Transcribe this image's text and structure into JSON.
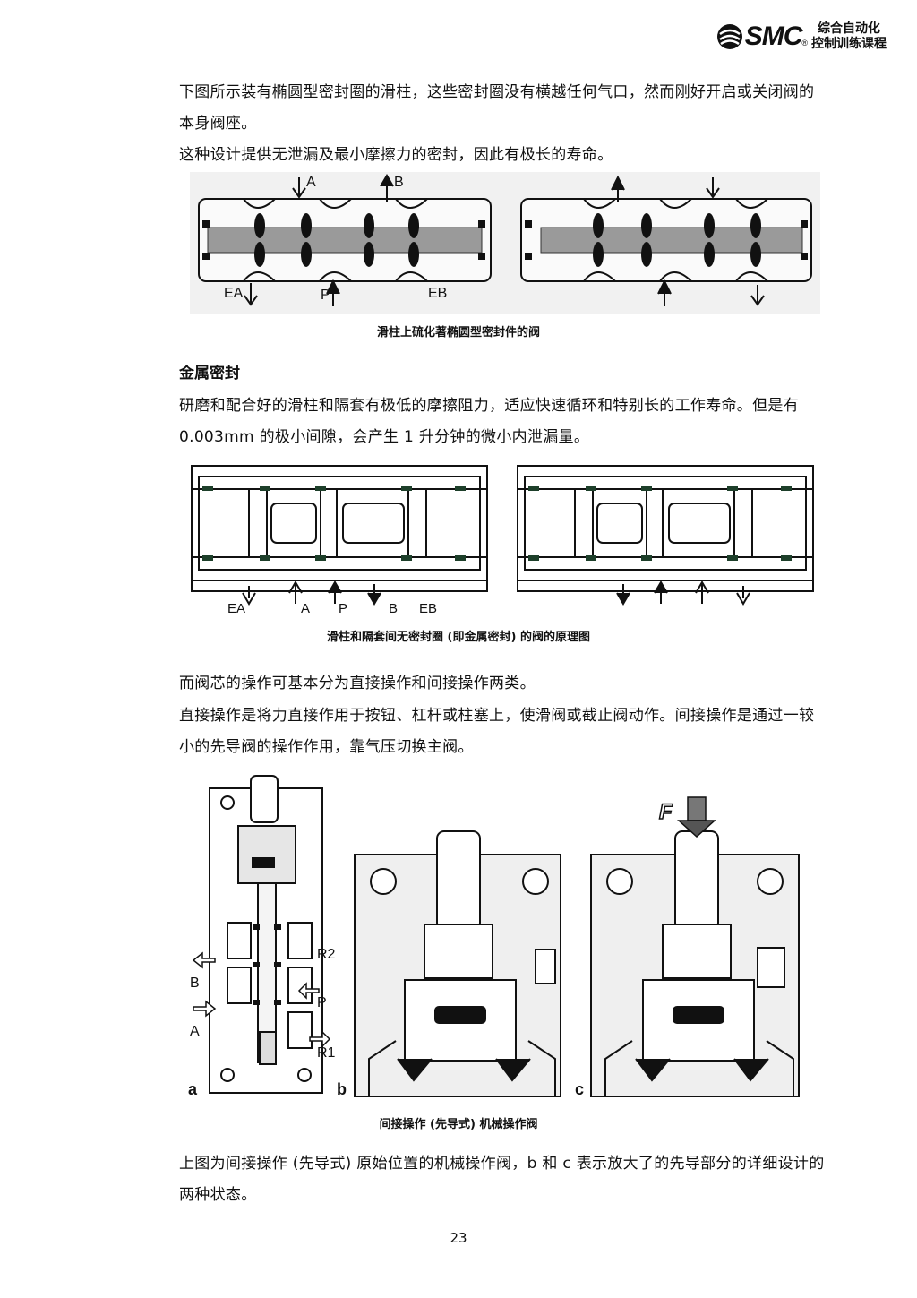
{
  "header": {
    "brand": "SMC",
    "registered": "®",
    "subtitle_line1": "综合自动化",
    "subtitle_line2": "控制训练课程"
  },
  "section1": {
    "para1": "下图所示装有椭圆型密封圈的滑柱，这些密封圈没有横越任何气口，然而刚好开启或关闭阀的本身阀座。",
    "para2": "这种设计提供无泄漏及最小摩擦力的密封，因此有极长的寿命。",
    "figure_labels": {
      "a": "A",
      "b": "B",
      "ea": "EA",
      "p": "P",
      "eb": "EB"
    },
    "caption": "滑柱上硫化著椭圆型密封件的阀"
  },
  "section2": {
    "heading": "金属密封",
    "para": "研磨和配合好的滑柱和隔套有极低的摩擦阻力，适应快速循环和特别长的工作寿命。但是有 0.003mm 的极小间隙，会产生 1 升分钟的微小内泄漏量。",
    "figure_labels": {
      "ea": "EA",
      "a": "A",
      "p": "P",
      "b": "B",
      "eb": "EB"
    },
    "caption": "滑柱和隔套间无密封圈 (即金属密封) 的阀的原理图"
  },
  "section3": {
    "para1": "而阀芯的操作可基本分为直接操作和间接操作两类。",
    "para2": "直接操作是将力直接作用于按钮、杠杆或柱塞上，使滑阀或截止阀动作。间接操作是通过一较小的先导阀的操作作用，靠气压切换主阀。",
    "figure_labels": {
      "r2": "R2",
      "b": "B",
      "p": "P",
      "a": "A",
      "r1": "R1",
      "fig_a": "a",
      "fig_b": "b",
      "fig_c": "c",
      "force": "F"
    },
    "caption": "间接操作 (先导式) 机械操作阀",
    "para3": "上图为间接操作 (先导式) 原始位置的机械操作阀，b 和 c 表示放大了的先导部分的详细设计的两种状态。"
  },
  "footer": {
    "page_number": "23"
  }
}
